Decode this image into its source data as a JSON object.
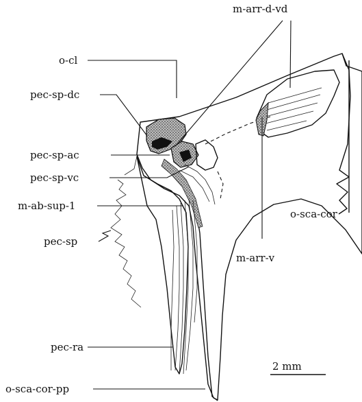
{
  "labels": {
    "m_arr_d_vd": "m-arr-d-vd",
    "o_cl": "o-cl",
    "pec_sp_dc": "pec-sp-dc",
    "pec_sp_ac": "pec-sp-ac",
    "pec_sp_vc": "pec-sp-vc",
    "m_ab_sup_1": "m-ab-sup-1",
    "pec_sp": "pec-sp",
    "o_sca_cor": "o-sca-cor",
    "m_arr_v": "m-arr-v",
    "pec_ra": "pec-ra",
    "o_sca_cor_pp": "o-sca-cor-pp"
  },
  "scale_bar": {
    "label": "2 mm"
  }
}
